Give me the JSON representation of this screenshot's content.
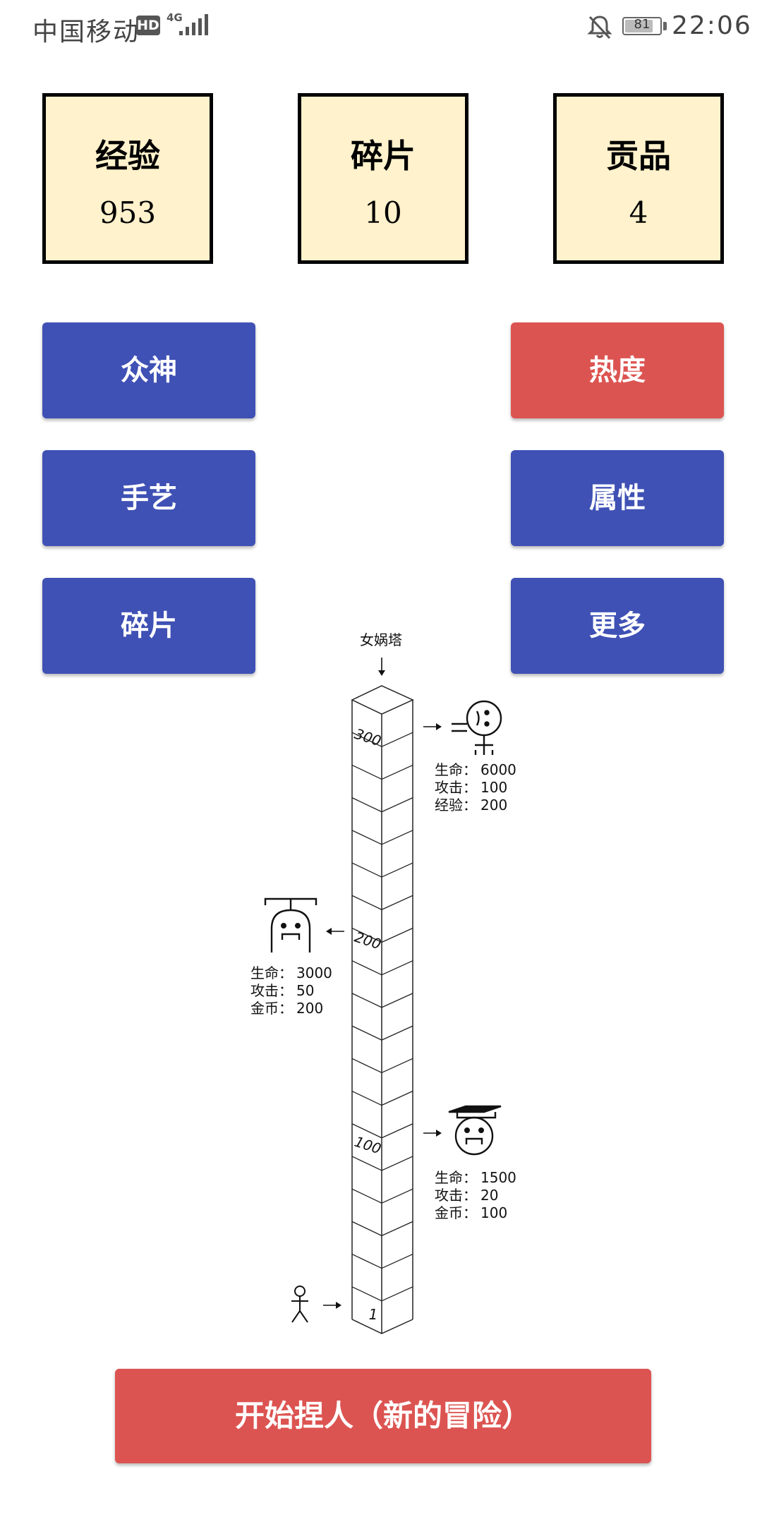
{
  "status_bar": {
    "carrier": "中国移动",
    "hd": "HD",
    "network": "4G",
    "battery": "81",
    "battery_level": 0.81,
    "time": "22:06"
  },
  "stats": [
    {
      "label": "经验",
      "value": "953"
    },
    {
      "label": "碎片",
      "value": "10"
    },
    {
      "label": "贡品",
      "value": "4"
    }
  ],
  "buttons": {
    "gods": "众神",
    "heat": "热度",
    "craft": "手艺",
    "attributes": "属性",
    "fragments": "碎片",
    "more": "更多"
  },
  "colors": {
    "card_bg": "#fff2cc",
    "blue": "#3f51b5",
    "red": "#dc5451"
  },
  "tower": {
    "title": "女娲塔",
    "floor_labels": [
      "300",
      "200",
      "100",
      "1"
    ],
    "enemies": [
      {
        "floor": "300",
        "icon": "bun-face-monster-icon",
        "stats": [
          {
            "label": "生命：",
            "value": "6000"
          },
          {
            "label": "攻击：",
            "value": "100"
          },
          {
            "label": "经验：",
            "value": "200"
          }
        ]
      },
      {
        "floor": "200",
        "icon": "propeller-face-monster-icon",
        "stats": [
          {
            "label": "生命：",
            "value": "3000"
          },
          {
            "label": "攻击：",
            "value": "50"
          },
          {
            "label": "金币：",
            "value": "200"
          }
        ]
      },
      {
        "floor": "100",
        "icon": "scholar-cap-monster-icon",
        "stats": [
          {
            "label": "生命：",
            "value": "1500"
          },
          {
            "label": "攻击：",
            "value": "20"
          },
          {
            "label": "金币：",
            "value": "100"
          }
        ]
      }
    ],
    "player_icon": "stick-figure-icon"
  },
  "start_button": "开始捏人（新的冒险）"
}
